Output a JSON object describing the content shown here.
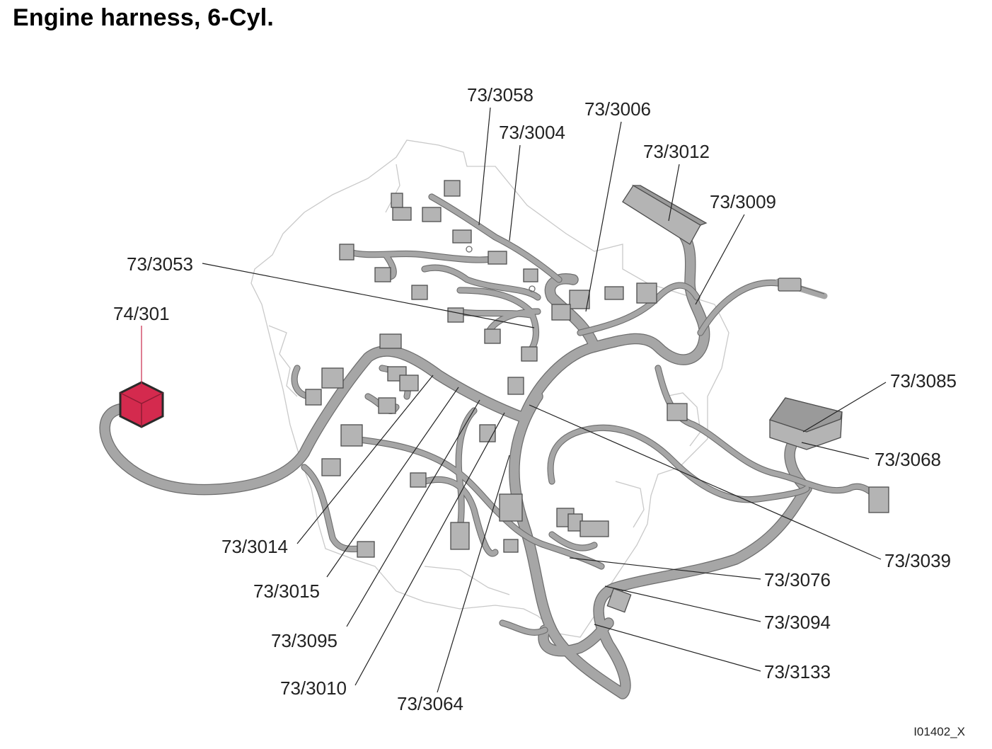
{
  "title": "Engine harness, 6-Cyl.",
  "image_code": "I01402_X",
  "highlight_color": "#d42a4e",
  "callouts": [
    {
      "id": "c3058",
      "label": "73/3058"
    },
    {
      "id": "c3004",
      "label": "73/3004"
    },
    {
      "id": "c3006",
      "label": "73/3006"
    },
    {
      "id": "c3012",
      "label": "73/3012"
    },
    {
      "id": "c3009",
      "label": "73/3009"
    },
    {
      "id": "c3053",
      "label": "73/3053"
    },
    {
      "id": "c301",
      "label": "74/301"
    },
    {
      "id": "c3085",
      "label": "73/3085"
    },
    {
      "id": "c3068",
      "label": "73/3068"
    },
    {
      "id": "c3039",
      "label": "73/3039"
    },
    {
      "id": "c3076",
      "label": "73/3076"
    },
    {
      "id": "c3094",
      "label": "73/3094"
    },
    {
      "id": "c3133",
      "label": "73/3133"
    },
    {
      "id": "c3014",
      "label": "73/3014"
    },
    {
      "id": "c3015",
      "label": "73/3015"
    },
    {
      "id": "c3095",
      "label": "73/3095"
    },
    {
      "id": "c3010",
      "label": "73/3010"
    },
    {
      "id": "c3064",
      "label": "73/3064"
    }
  ]
}
